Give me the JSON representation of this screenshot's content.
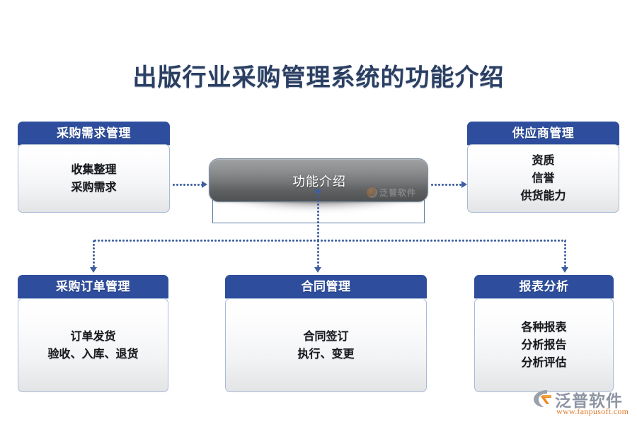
{
  "title": "出版行业采购管理系统的功能介绍",
  "hub": {
    "label": "功能介绍",
    "watermark": "泛普软件"
  },
  "colors": {
    "header_blue": "#2e4e9d",
    "title_navy": "#2b3f63",
    "connector_blue": "#3d5fa0",
    "logo_gray": "#8e95a3",
    "logo_orange": "#e07b2c"
  },
  "cards": {
    "purchase_demand": {
      "header": "采购需求管理",
      "lines": [
        "收集整理",
        "采购需求"
      ]
    },
    "supplier": {
      "header": "供应商管理",
      "lines": [
        "资质",
        "信誉",
        "供货能力"
      ]
    },
    "purchase_order": {
      "header": "采购订单管理",
      "lines": [
        "订单发货",
        "验收、入库、退货"
      ]
    },
    "contract": {
      "header": "合同管理",
      "lines": [
        "合同签订",
        "执行、变更"
      ]
    },
    "report": {
      "header": "报表分析",
      "lines": [
        "各种报表",
        "分析报告",
        "分析评估"
      ]
    }
  },
  "logo": {
    "name": "泛普软件",
    "url": "www.fanpusoft.com"
  }
}
